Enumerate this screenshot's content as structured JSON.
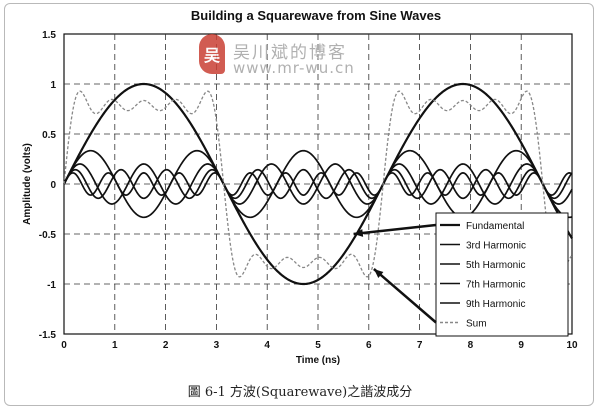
{
  "caption": "圖 6-1  方波(Squarewave)之諧波成分",
  "watermark": {
    "logo_char": "吴",
    "name": "吴川斌的博客",
    "url": "www.mr-wu.cn"
  },
  "chart_data": {
    "type": "line",
    "title": "Building a Squarewave from Sine Waves",
    "xlabel": "Time (ns)",
    "ylabel": "Amplitude (volts)",
    "xlim": [
      0,
      10
    ],
    "ylim": [
      -1.5,
      1.5
    ],
    "xticks": [
      0,
      1,
      2,
      3,
      4,
      5,
      6,
      7,
      8,
      9,
      10
    ],
    "xtick_labels": [
      "0",
      "1",
      "2",
      "3",
      "4",
      "5",
      "6",
      "7",
      "8",
      "9",
      "10"
    ],
    "yticks": [
      1.5,
      1,
      0.5,
      0,
      -0.5,
      -1,
      -1.5
    ],
    "ytick_labels": [
      "1.5",
      "1",
      "0.5",
      "0",
      "-0.5",
      "-1",
      "-1.5"
    ],
    "grid": true,
    "legend_position": "bottom-right",
    "period_ns": 6.2832,
    "series": [
      {
        "name": "Fundamental",
        "harmonic": 1,
        "amplitude": 1.0,
        "color": "#111111",
        "style": "solid"
      },
      {
        "name": "3rd Harmonic",
        "harmonic": 3,
        "amplitude": 0.333,
        "color": "#111111",
        "style": "solid"
      },
      {
        "name": "5th Harmonic",
        "harmonic": 5,
        "amplitude": 0.2,
        "color": "#111111",
        "style": "solid"
      },
      {
        "name": "7th Harmonic",
        "harmonic": 7,
        "amplitude": 0.143,
        "color": "#111111",
        "style": "solid"
      },
      {
        "name": "9th Harmonic",
        "harmonic": 9,
        "amplitude": 0.111,
        "color": "#111111",
        "style": "solid"
      },
      {
        "name": "Sum",
        "harmonic": null,
        "amplitude": null,
        "color": "#888888",
        "style": "dashed"
      }
    ],
    "annotations": [
      {
        "type": "arrow",
        "from_legend": "Fundamental",
        "to": [
          5.7,
          -0.5
        ]
      },
      {
        "type": "arrow",
        "from_legend": "Sum",
        "to": [
          6.1,
          -0.85
        ]
      }
    ]
  }
}
